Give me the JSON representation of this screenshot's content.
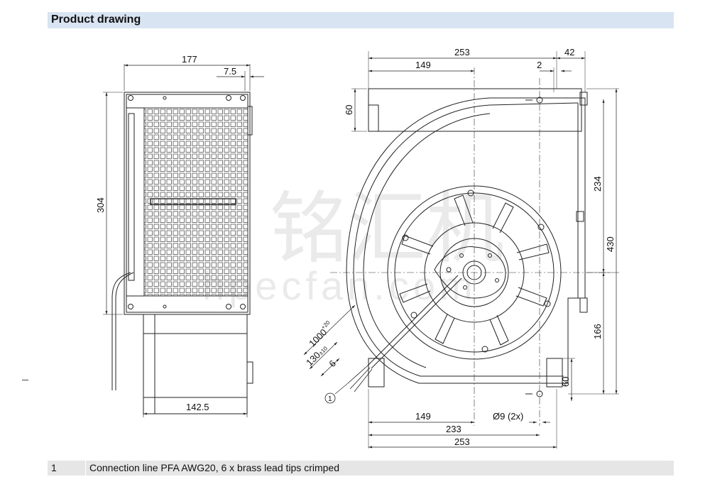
{
  "header": {
    "title": "Product drawing"
  },
  "side_view": {
    "dim_width_top": "177",
    "dim_flange": "7.5",
    "dim_height": "304",
    "dim_bottom": "142.5"
  },
  "front_view": {
    "dim_top_total": "253",
    "dim_top_right": "42",
    "dim_top_center": "149",
    "dim_top_small": "2",
    "dim_left_flange": "60",
    "dim_right_upper": "234",
    "dim_right_total": "430",
    "dim_right_lower": "166",
    "dim_bottom_flange": "60",
    "dim_bottom_center": "149",
    "dim_bottom_hole": "Ø9 (2x)",
    "dim_bottom_mid": "233",
    "dim_bottom_total": "253",
    "cable_length": "1000",
    "cable_length_tol": "+20",
    "cable_strip": "130",
    "cable_strip_tol": "±10",
    "cable_tip": "6",
    "callout": "1"
  },
  "watermark": {
    "cn": "铭汇机",
    "url": "hpecfan.com"
  },
  "footer": {
    "num": "1",
    "text": "Connection line PFA AWG20, 6 x brass lead tips crimped"
  }
}
